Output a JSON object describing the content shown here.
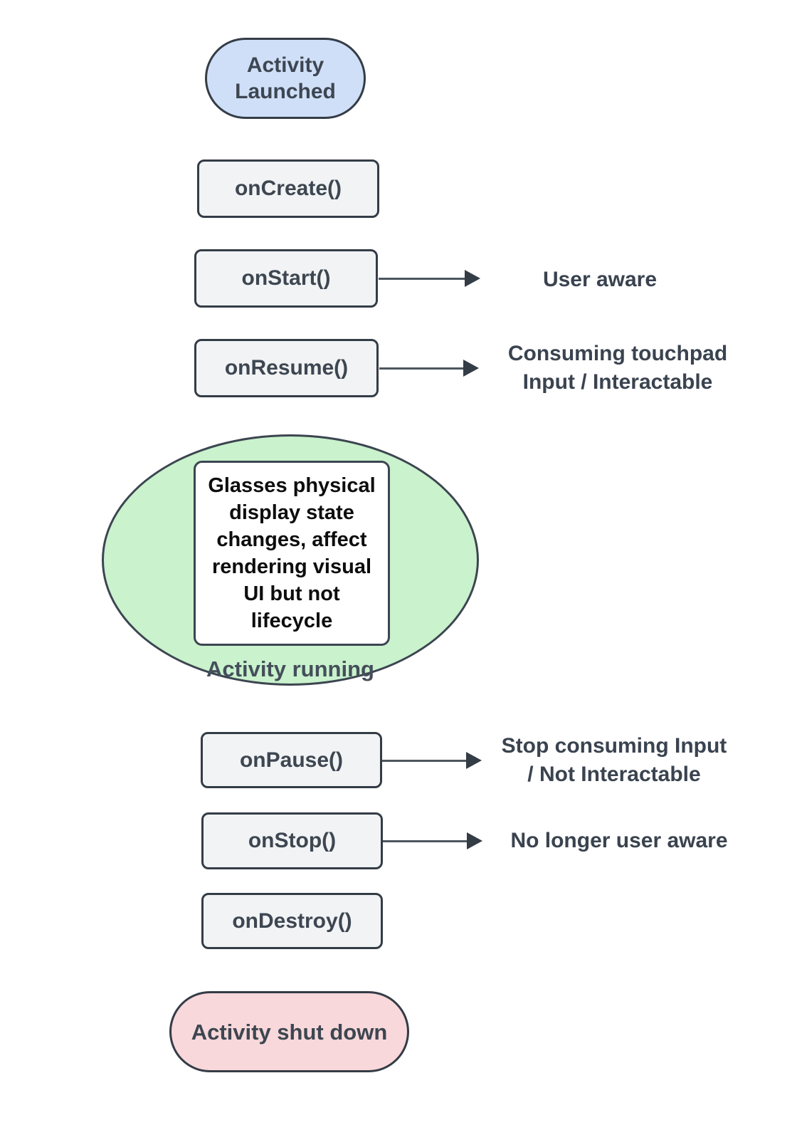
{
  "diagram": {
    "launched": {
      "label": "Activity\nLaunched"
    },
    "steps": [
      {
        "method": "onCreate()"
      },
      {
        "method": "onStart()",
        "annotation": "User aware"
      },
      {
        "method": "onResume()",
        "annotation": "Consuming touchpad\nInput / Interactable"
      },
      {
        "method": "onPause()",
        "annotation": "Stop consuming Input\n/ Not Interactable"
      },
      {
        "method": "onStop()",
        "annotation": "No longer user aware"
      },
      {
        "method": "onDestroy()"
      }
    ],
    "running": {
      "note": "Glasses physical\ndisplay state\nchanges, affect\nrendering visual\nUI but not\nlifecycle",
      "label": "Activity running"
    },
    "shutdown": {
      "label": "Activity shut down"
    },
    "colors": {
      "launched_fill": "#cfdff8",
      "running_fill": "#c9f2cd",
      "shutdown_fill": "#f8d8da",
      "method_box_fill": "#f1f3f4",
      "border": "#343c46",
      "label_text": "#3d4651",
      "note_text": "#0d0d0d",
      "arrow": "#4d565e"
    }
  }
}
